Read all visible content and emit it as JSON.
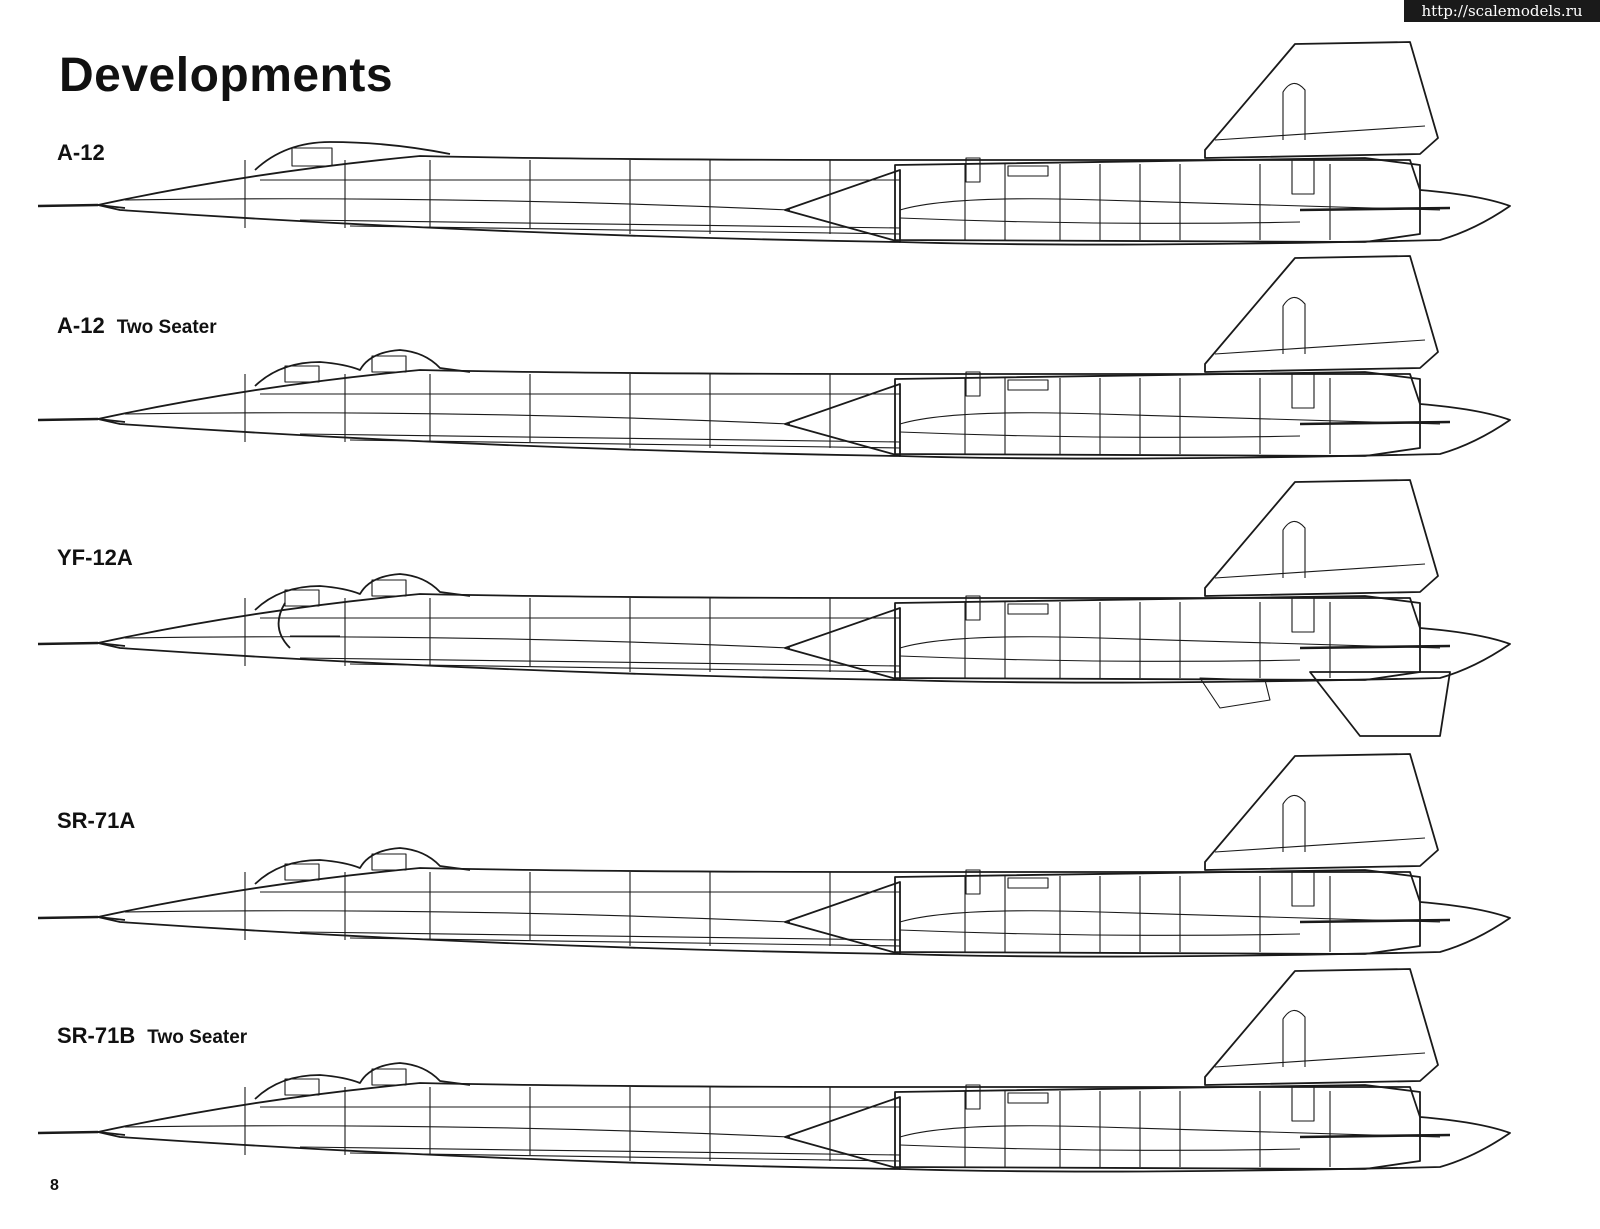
{
  "watermark": "http://scalemodels.ru",
  "title": "Developments",
  "page_number": "8",
  "variants": [
    {
      "name": "A-12",
      "sub": "",
      "seats": 1,
      "radome": false,
      "ventral_fin": false
    },
    {
      "name": "A-12",
      "sub": "Two Seater",
      "seats": 2,
      "radome": false,
      "ventral_fin": false
    },
    {
      "name": "YF-12A",
      "sub": "",
      "seats": 2,
      "radome": true,
      "ventral_fin": true
    },
    {
      "name": "SR-71A",
      "sub": "",
      "seats": 2,
      "radome": false,
      "ventral_fin": false
    },
    {
      "name": "SR-71B",
      "sub": "Two Seater",
      "seats": 2,
      "radome": false,
      "ventral_fin": false
    }
  ]
}
